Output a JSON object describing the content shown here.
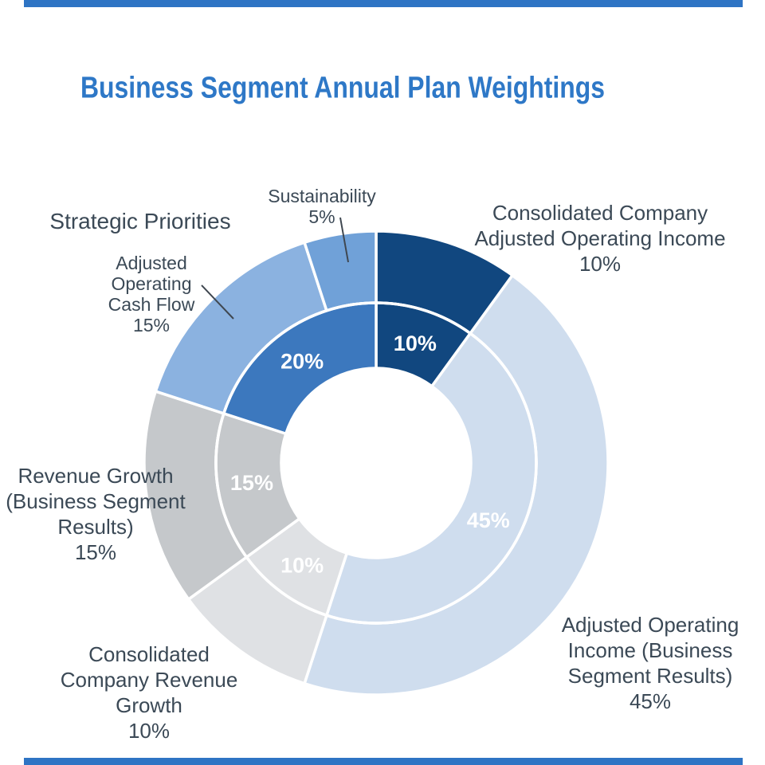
{
  "title": "Business Segment Annual Plan Weightings",
  "title_color": "#2e78c7",
  "accent_bar_color": "#2e74c4",
  "text_color": "#3b4956",
  "leader_line_color": "#3f4750",
  "labels": {
    "consolidated_income": "Consolidated Company\nAdjusted Operating Income\n10%",
    "segment_income": "Adjusted Operating\nIncome (Business\nSegment Results)\n45%",
    "revenue_growth_segment": "Revenue Growth\n(Business Segment\nResults)\n15%",
    "consolidated_revenue": "Consolidated\nCompany Revenue\nGrowth\n10%",
    "strategic_priorities": "Strategic Priorities",
    "sustainability": "Sustainability\n5%",
    "cash_flow": "Adjusted\nOperating\nCash Flow\n15%"
  },
  "chart_data": {
    "type": "pie",
    "subtype": "two-ring-donut",
    "title": "Business Segment Annual Plan Weightings",
    "start_angle_deg": 0,
    "clockwise": true,
    "legend": "none",
    "inner_ring": [
      {
        "name": "Consolidated Company Adjusted Operating Income",
        "value": 10,
        "label": "10%",
        "color": "#11477f",
        "label_color": "#ffffff"
      },
      {
        "name": "Adjusted Operating Income (Business Segment Results)",
        "value": 45,
        "label": "45%",
        "color": "#cfddee",
        "label_color": "#ffffff"
      },
      {
        "name": "Consolidated Company Revenue Growth",
        "value": 10,
        "label": "10%",
        "color": "#dfe1e4",
        "label_color": "#ffffff"
      },
      {
        "name": "Revenue Growth (Business Segment Results)",
        "value": 15,
        "label": "15%",
        "color": "#c5c8cb",
        "label_color": "#ffffff"
      },
      {
        "name": "Strategic Priorities",
        "value": 20,
        "label": "20%",
        "color": "#3c78be",
        "label_color": "#ffffff"
      }
    ],
    "outer_ring": [
      {
        "name": "Consolidated Company Adjusted Operating Income",
        "value": 10,
        "color": "#11477f"
      },
      {
        "name": "Adjusted Operating Income (Business Segment Results)",
        "value": 45,
        "color": "#cfddee"
      },
      {
        "name": "Consolidated Company Revenue Growth",
        "value": 10,
        "color": "#dfe1e4"
      },
      {
        "name": "Revenue Growth (Business Segment Results)",
        "value": 15,
        "color": "#c5c8cb"
      },
      {
        "name": "Adjusted Operating Cash Flow",
        "value": 15,
        "color": "#8bb2e0"
      },
      {
        "name": "Sustainability",
        "value": 5,
        "color": "#70a1d8"
      }
    ]
  }
}
